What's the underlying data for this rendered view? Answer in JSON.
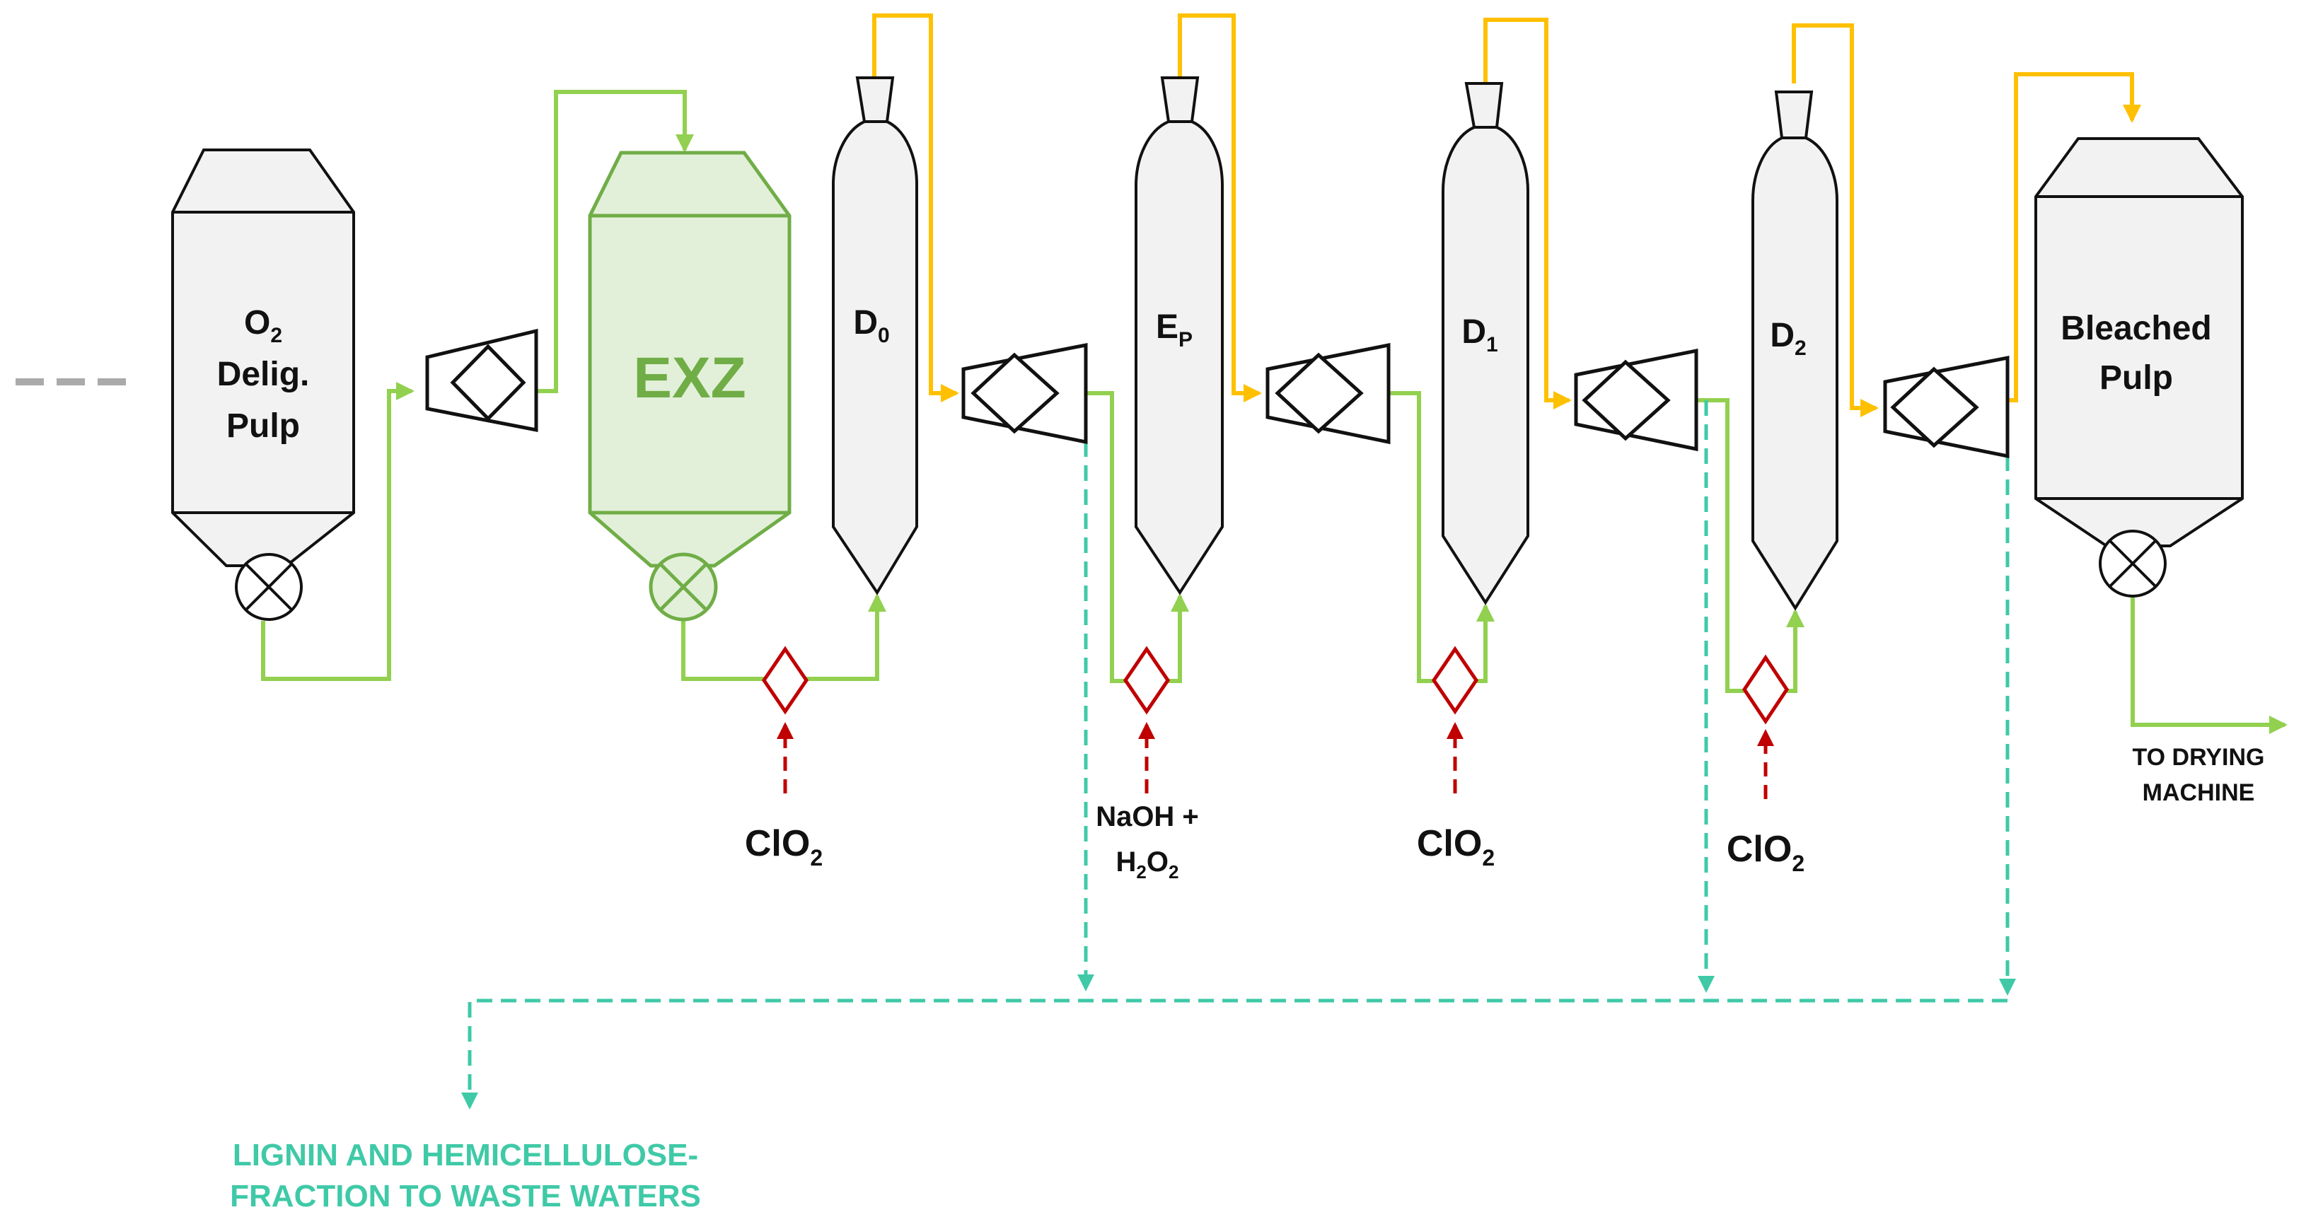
{
  "colors": {
    "pulp_line": "#92d050",
    "wash_line": "#ffc000",
    "chemical_line": "#c00000",
    "waste_line": "#3fc9a7",
    "feed_line": "#aaaaaa",
    "vessel_fill": "#f2f2f2",
    "vessel_stroke": "#111111",
    "exz_fill": "#e2f0d9",
    "exz_stroke": "#70ad47",
    "exz_text": "#70ad47",
    "waste_text": "#3fc9a7"
  },
  "vessels": {
    "o2_pulp": {
      "line1_main": "O",
      "line1_sub": "2",
      "line2": "Delig.",
      "line3": "Pulp"
    },
    "exz": {
      "label": "EXZ"
    },
    "d0": {
      "main": "D",
      "sub": "0"
    },
    "ep": {
      "main": "E",
      "sub": "P"
    },
    "d1": {
      "main": "D",
      "sub": "1"
    },
    "d2": {
      "main": "D",
      "sub": "2"
    },
    "bleached": {
      "line1": "Bleached",
      "line2": "Pulp"
    }
  },
  "chemicals": {
    "clo2_a": {
      "main": "ClO",
      "sub": "2"
    },
    "naoh": {
      "line1": "NaOH +",
      "line2_main_a": "H",
      "line2_sub_a": "2",
      "line2_main_b": "O",
      "line2_sub_b": "2"
    },
    "clo2_b": {
      "main": "ClO",
      "sub": "2"
    },
    "clo2_c": {
      "main": "ClO",
      "sub": "2"
    }
  },
  "outputs": {
    "drying": {
      "line1": "TO DRYING",
      "line2": "MACHINE"
    },
    "waste": {
      "line1": "LIGNIN AND HEMICELLULOSE-",
      "line2": "FRACTION TO WASTE WATERS"
    }
  }
}
